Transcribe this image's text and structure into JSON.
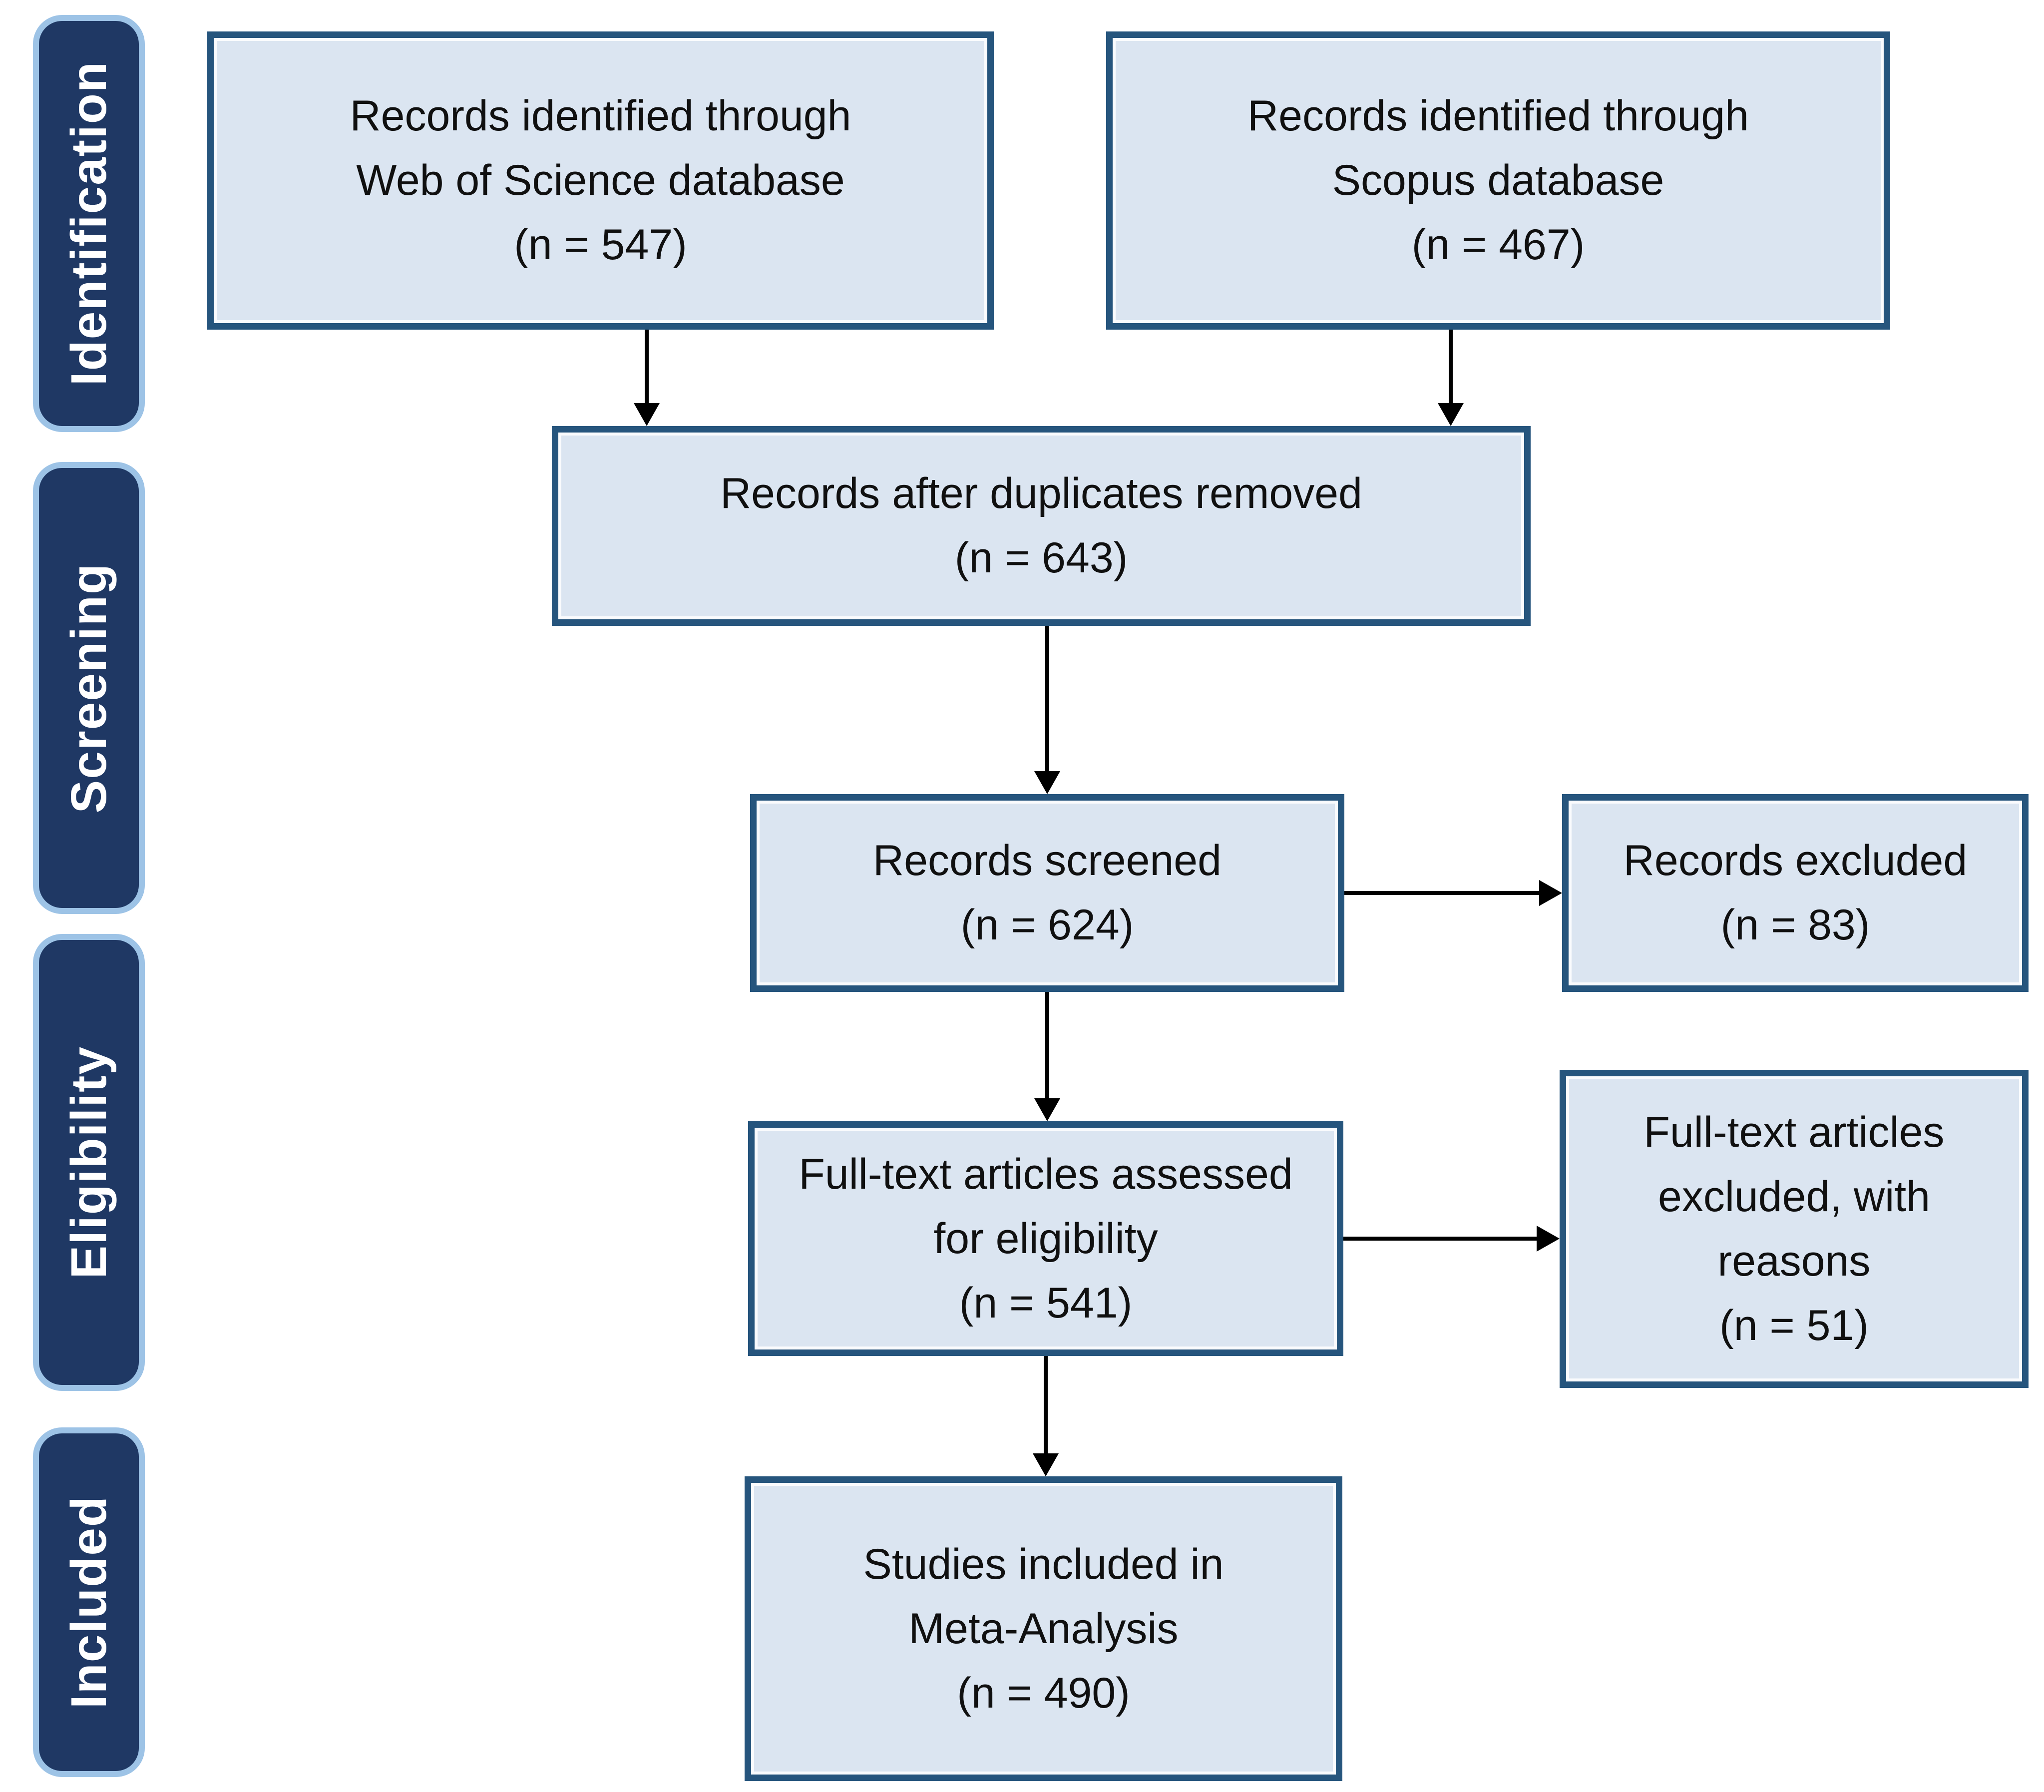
{
  "sidebar": {
    "stages": [
      {
        "label": "Identification"
      },
      {
        "label": "Screening"
      },
      {
        "label": "Eligibility"
      },
      {
        "label": "Included"
      }
    ]
  },
  "flow": {
    "wos": {
      "text": "Records identified through\nWeb of Science database\n(n = 547)",
      "n": 547
    },
    "scopus": {
      "text": "Records identified through\nScopus database\n(n = 467)",
      "n": 467
    },
    "duplicates": {
      "text": "Records after duplicates removed\n(n = 643)",
      "n": 643
    },
    "screened": {
      "text": "Records screened\n(n = 624)",
      "n": 624
    },
    "excluded": {
      "text": "Records excluded\n(n = 83)",
      "n": 83
    },
    "fulltext": {
      "text": "Full-text articles assessed\nfor eligibility\n(n = 541)",
      "n": 541
    },
    "ft_excluded": {
      "text": "Full-text articles\nexcluded, with\nreasons\n(n = 51)",
      "n": 51
    },
    "included": {
      "text": "Studies included in\nMeta-Analysis\n(n = 490)",
      "n": 490
    }
  },
  "colors": {
    "box_fill": "#DBE5F1",
    "box_border": "#26557D",
    "sidebar_fill": "#1F3864",
    "sidebar_border": "#9DC3E6",
    "arrow_color": "#000000",
    "text_color": "#101010"
  }
}
